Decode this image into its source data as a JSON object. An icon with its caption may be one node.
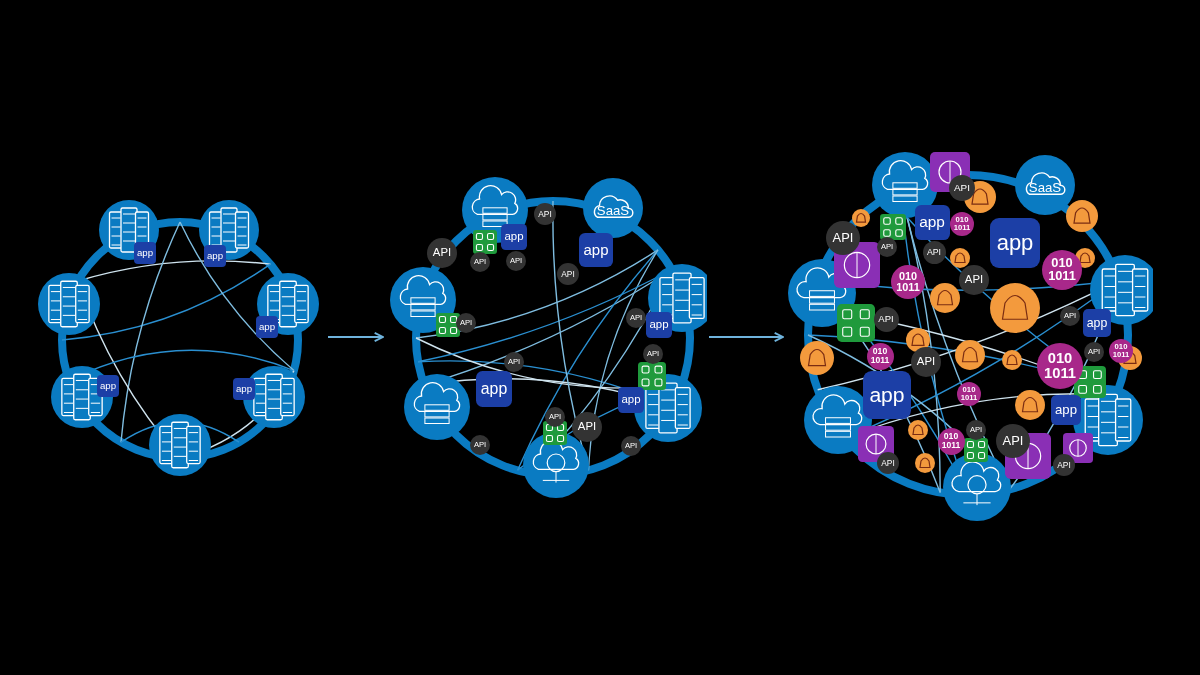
{
  "diagram": {
    "nodes": [
      {
        "text": [],
        "shape": "picture"
      },
      {
        "text": [],
        "shape": "picture"
      },
      {
        "text": [],
        "shape": "picture"
      },
      {
        "text": [
          "app"
        ],
        "in": 0
      },
      {
        "text": [
          "app"
        ],
        "in": 0
      },
      {
        "text": [
          "app"
        ],
        "in": 0
      },
      {
        "text": [
          "app"
        ],
        "in": 0
      },
      {
        "text": [
          "app"
        ],
        "in": 0
      },
      {
        "text": [
          "API"
        ],
        "in": 1
      },
      {
        "text": [
          "SaaS"
        ],
        "in": 1
      },
      {
        "text": [
          "app"
        ],
        "in": 1
      },
      {
        "text": [
          "app"
        ],
        "in": 1
      },
      {
        "text": [
          "API"
        ],
        "in": 1
      },
      {
        "text": [
          "API"
        ],
        "in": 1
      },
      {
        "text": [
          "API"
        ],
        "in": 1
      },
      {
        "text": [
          "API"
        ],
        "in": 1
      },
      {
        "text": [
          "API"
        ],
        "in": 1
      },
      {
        "text": [
          "API"
        ],
        "in": 1
      },
      {
        "text": [
          "app"
        ],
        "in": 1
      },
      {
        "text": [
          "API"
        ],
        "in": 1
      },
      {
        "text": [
          "API"
        ],
        "in": 1
      },
      {
        "text": [
          "app"
        ],
        "in": 1
      },
      {
        "text": [
          "app"
        ],
        "in": 1
      },
      {
        "text": [
          "API"
        ],
        "in": 1
      },
      {
        "text": [
          "API"
        ],
        "in": 1
      },
      {
        "text": [
          "API"
        ],
        "in": 1
      },
      {
        "text": [
          "API"
        ],
        "in": 1
      },
      {
        "text": [
          "API"
        ],
        "in": 2
      },
      {
        "text": [
          "SaaS"
        ],
        "in": 2
      },
      {
        "text": [
          "app"
        ],
        "in": 2
      },
      {
        "text": [
          "010 1011"
        ],
        "in": 2
      },
      {
        "text": [
          "app"
        ],
        "in": 2
      },
      {
        "text": [
          "API"
        ],
        "in": 2
      },
      {
        "text": [
          "API"
        ],
        "in": 2
      },
      {
        "text": [
          "API"
        ],
        "in": 2
      },
      {
        "text": [
          "API"
        ],
        "in": 2
      },
      {
        "text": [
          "010 1011"
        ],
        "in": 2
      },
      {
        "text": [
          "010 1011"
        ],
        "in": 2
      },
      {
        "text": [
          "API"
        ],
        "in": 2
      },
      {
        "text": [
          "API"
        ],
        "in": 2
      },
      {
        "text": [
          "app"
        ],
        "in": 2
      },
      {
        "text": [
          "010 1011"
        ],
        "in": 2
      },
      {
        "text": [
          "API"
        ],
        "in": 2
      },
      {
        "text": [
          "010 1011"
        ],
        "in": 2
      },
      {
        "text": [
          "010 1011"
        ],
        "in": 2
      },
      {
        "text": [
          "API"
        ],
        "in": 2
      },
      {
        "text": [
          "app"
        ],
        "in": 2
      },
      {
        "text": [
          "010 1011"
        ],
        "in": 2
      },
      {
        "text": [
          "app"
        ],
        "in": 2
      },
      {
        "text": [
          "API"
        ],
        "in": 2
      },
      {
        "text": [
          "API"
        ],
        "in": 2
      },
      {
        "text": [
          "010 1011"
        ],
        "in": 2
      },
      {
        "text": [
          "API"
        ],
        "in": 2
      },
      {
        "text": [
          "API"
        ],
        "in": 2
      }
    ],
    "edges": [
      {
        "from": 0,
        "to": 1,
        "arrow": "to"
      },
      {
        "from": 1,
        "to": 2,
        "arrow": "to"
      }
    ]
  }
}
